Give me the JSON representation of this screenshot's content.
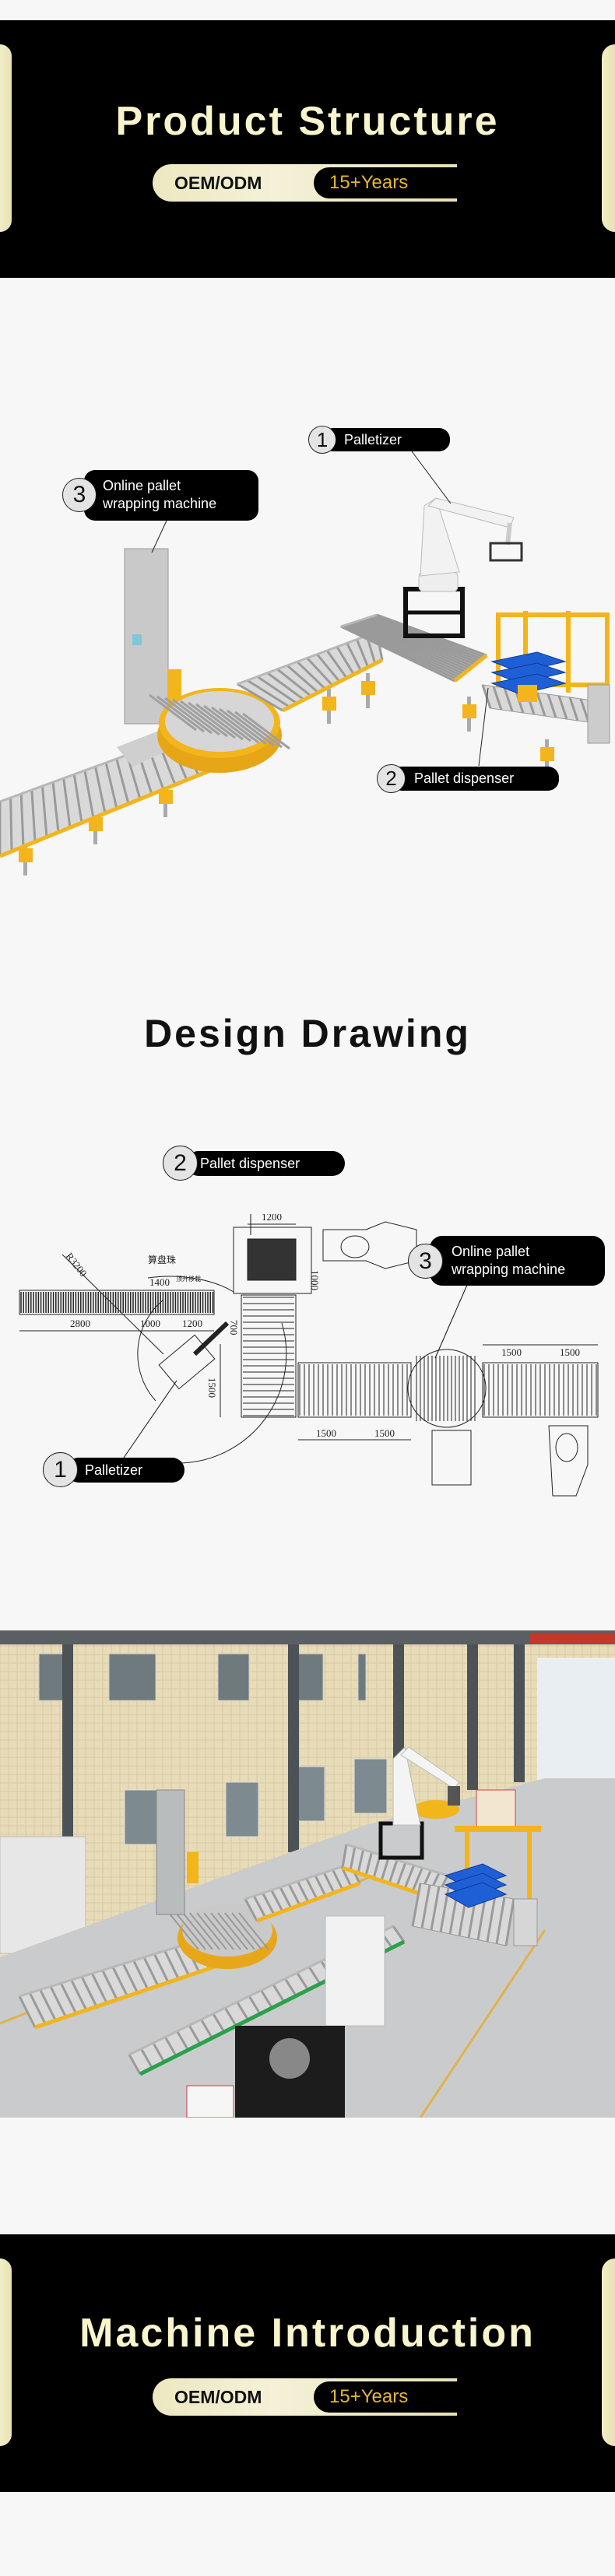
{
  "banners": [
    {
      "title": "Product Structure",
      "badge_left": "OEM/ODM",
      "badge_right": "15+Years"
    },
    {
      "title": "Machine Introduction",
      "badge_left": "OEM/ODM",
      "badge_right": "15+Years"
    }
  ],
  "product_structure": {
    "callouts": [
      {
        "number": "1",
        "label": "Palletizer"
      },
      {
        "number": "2",
        "label": "Pallet dispenser"
      },
      {
        "number": "3",
        "label_line1": "Online pallet",
        "label_line2": "wrapping machine"
      }
    ]
  },
  "design_drawing": {
    "title": "Design Drawing",
    "callouts": [
      {
        "number": "1",
        "label": "Palletizer"
      },
      {
        "number": "2",
        "label": "Pallet dispenser"
      },
      {
        "number": "3",
        "label_line1": "Online pallet",
        "label_line2": "wrapping machine"
      }
    ],
    "dimensions": {
      "radius": "R3200",
      "roller_label": "算盘珠",
      "lift_label": "顶升移栽",
      "d1400": "1400",
      "d2800": "2800",
      "d1000": "1000",
      "d1200_left": "1200",
      "d1200_top": "1200",
      "d1000_side": "1000",
      "d700": "700",
      "d1500_vertical": "1500",
      "d1500_a": "1500",
      "d1500_b": "1500",
      "d1500_c": "1500",
      "d1500_d": "1500"
    }
  },
  "colors": {
    "banner_bg": "#000000",
    "title_cream": "#f8f4cc",
    "badge_gold": "#e6b631",
    "conveyor_yellow": "#f2b51c",
    "pallet_blue": "#1f5fd6",
    "page_bg": "#f7f7f7"
  }
}
